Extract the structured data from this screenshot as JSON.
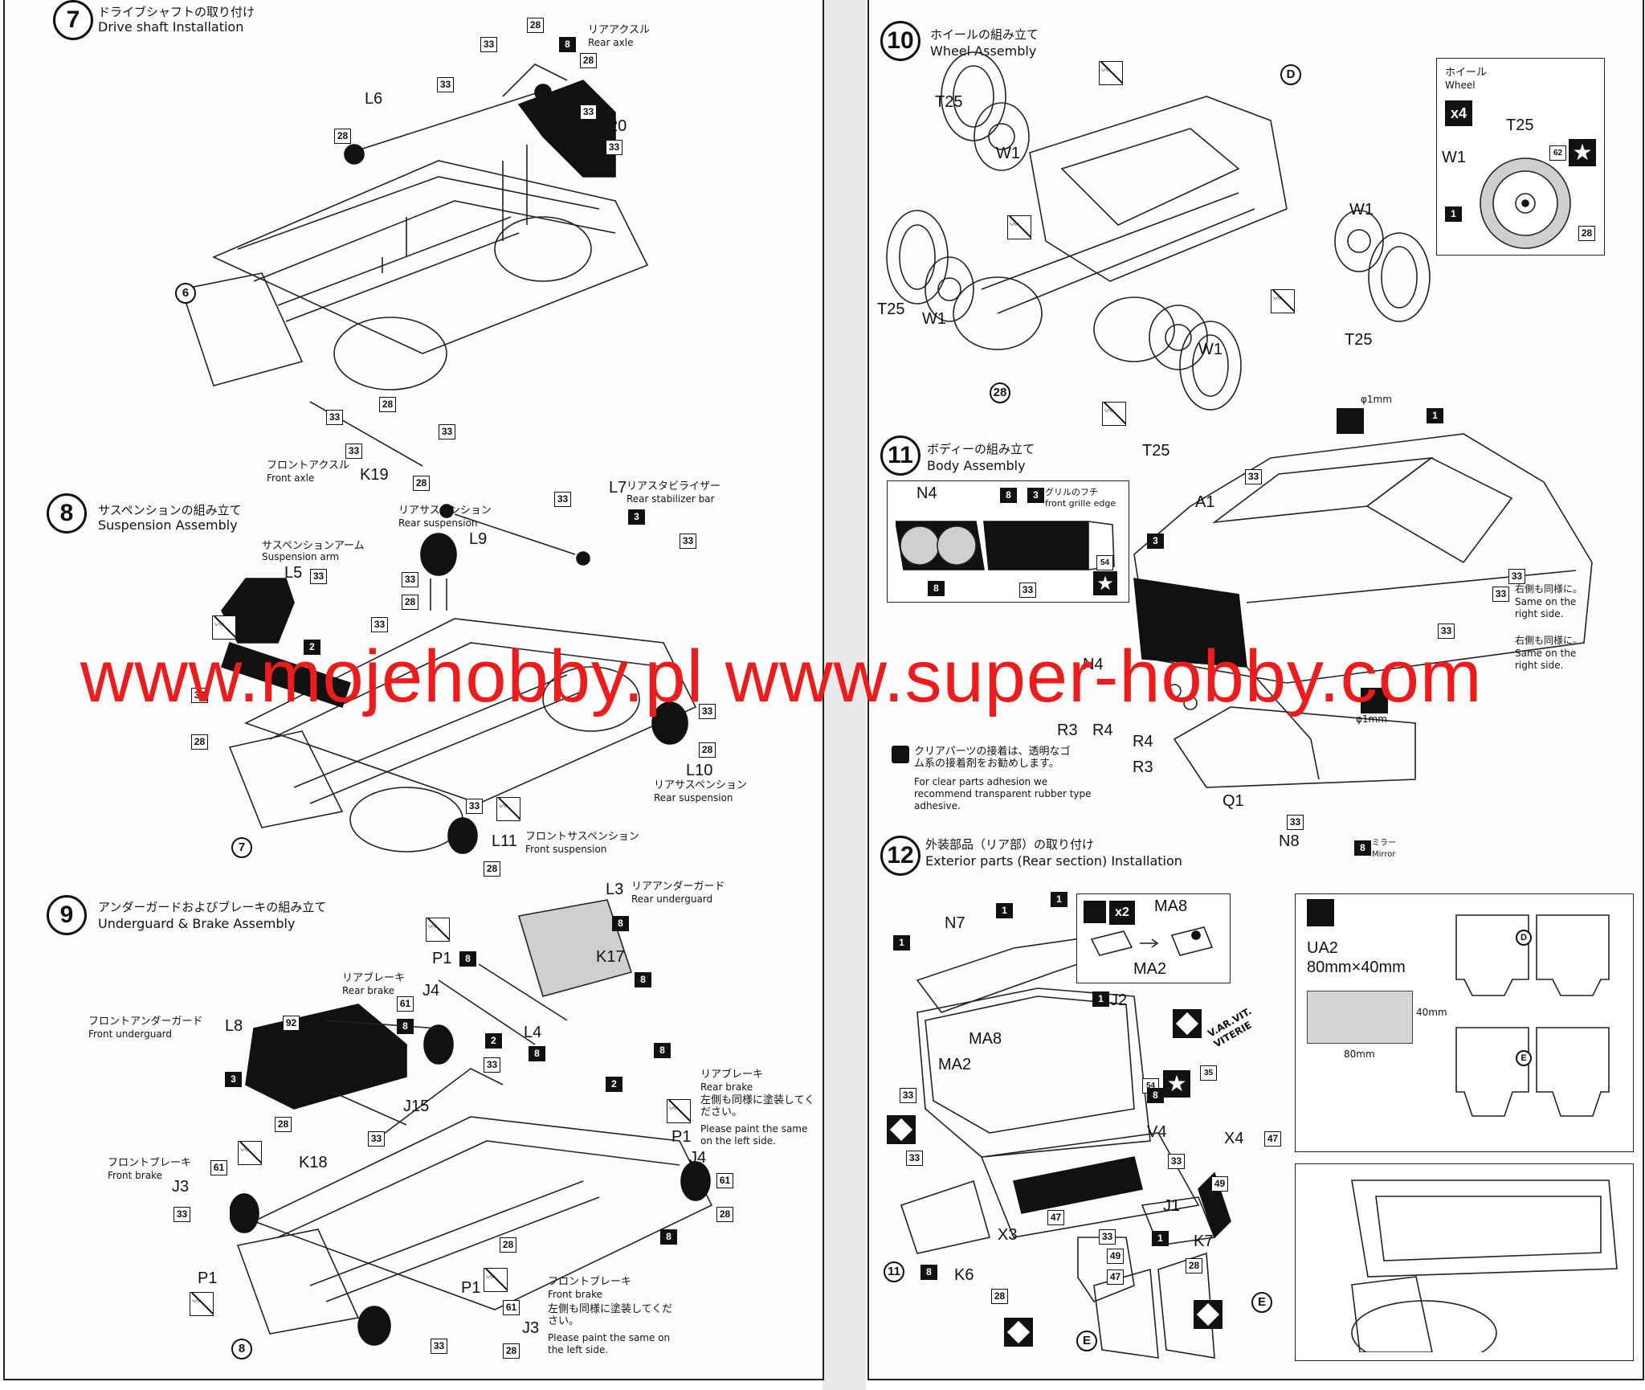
{
  "watermark": "www.mojehobby.pl www.super-hobby.com",
  "steps": {
    "s7": {
      "num": "7",
      "jp": "ドライブシャフトの取り付け",
      "en": "Drive shaft Installation"
    },
    "s8": {
      "num": "8",
      "jp": "サスペンションの組み立て",
      "en": "Suspension Assembly"
    },
    "s9": {
      "num": "9",
      "jp": "アンダーガードおよびブレーキの組み立て",
      "en": "Underguard & Brake Assembly"
    },
    "s10": {
      "num": "10",
      "jp": "ホイールの組み立て",
      "en": "Wheel Assembly"
    },
    "s11": {
      "num": "11",
      "jp": "ボディーの組み立て",
      "en": "Body Assembly"
    },
    "s12": {
      "num": "12",
      "jp": "外装部品（リア部）の取り付け",
      "en": "Exterior parts (Rear section) Installation"
    }
  },
  "labels": {
    "L6": "L6",
    "J20": "J20",
    "K19": "K19",
    "L7": "L7",
    "L9": "L9",
    "L5": "L5",
    "L10": "L10",
    "L11": "L11",
    "L3": "L3",
    "P1": "P1",
    "K17": "K17",
    "J4": "J4",
    "L4": "L4",
    "L8": "L8",
    "J15": "J15",
    "K18": "K18",
    "J3": "J3",
    "T25": "T25",
    "W1": "W1",
    "N4": "N4",
    "A1": "A1",
    "R3": "R3",
    "R4": "R4",
    "Q1": "Q1",
    "N8": "N8",
    "N7": "N7",
    "MA8": "MA8",
    "MA2": "MA2",
    "J2": "J2",
    "V4": "V4",
    "X4": "X4",
    "J1": "J1",
    "X3": "X3",
    "K6": "K6",
    "K7": "K7",
    "UA2": "UA2",
    "ua2_size": "80mm×40mm",
    "dim40": "40mm",
    "dim80": "80mm",
    "x4": "x4",
    "x2": "x2",
    "phi1": "φ1mm",
    "viterie": "V.AR.VIT. VITERIE"
  },
  "captions": {
    "rear_axle_jp": "リアアクスル",
    "rear_axle_en": "Rear axle",
    "front_axle_jp": "フロントアクスル",
    "front_axle_en": "Front axle",
    "rear_stab_jp": "リアスタビライザー",
    "rear_stab_en": "Rear stabilizer bar",
    "rear_susp_jp": "リアサスペンション",
    "rear_susp_en": "Rear suspension",
    "susp_arm_jp": "サスペンションアーム",
    "susp_arm_en": "Suspension arm",
    "front_susp_jp": "フロントサスペンション",
    "front_susp_en": "Front suspension",
    "rear_under_jp": "リアアンダーガード",
    "rear_under_en": "Rear underguard",
    "rear_brake_jp": "リアブレーキ",
    "rear_brake_en": "Rear brake",
    "front_under_jp": "フロントアンダーガード",
    "front_under_en": "Front underguard",
    "paint_left_jp": "左側も同様に塗装してください。",
    "paint_left_en": "Please paint the same on the left side.",
    "front_brake_jp": "フロントブレーキ",
    "front_brake_en": "Front brake",
    "wheel_jp": "ホイール",
    "wheel_en": "Wheel",
    "grille_edge_jp": "グリルのフチ",
    "grille_edge_en": "front grille edge",
    "same_right_jp": "右側も同様に。",
    "same_right_en": "Same on the right side.",
    "clear_parts_jp": "クリアパーツの接着は、透明なゴム系の接着剤をお勧めします。",
    "clear_parts_en": "For clear parts adhesion we recommend transparent rubber type adhesive.",
    "mirror_jp": "ミラー",
    "mirror_en": "Mirror"
  },
  "codes": [
    "28",
    "33",
    "8",
    "6",
    "7",
    "3",
    "2",
    "1",
    "61",
    "92",
    "62",
    "54",
    "35",
    "47",
    "49",
    "11",
    "D",
    "E"
  ]
}
